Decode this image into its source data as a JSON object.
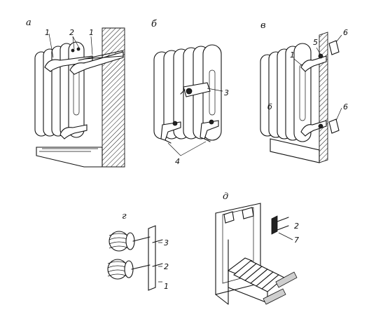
{
  "panels": {
    "a": {
      "title": "а",
      "labels": [
        "1",
        "2",
        "1"
      ]
    },
    "b": {
      "title": "б",
      "labels": [
        "3",
        "4"
      ]
    },
    "v": {
      "title": "в",
      "labels": [
        "5",
        "6",
        "1",
        "б",
        "6"
      ]
    },
    "g": {
      "title": "г",
      "labels": [
        "3",
        "2",
        "1"
      ]
    },
    "d": {
      "title": "д",
      "labels": [
        "2",
        "7"
      ]
    }
  }
}
